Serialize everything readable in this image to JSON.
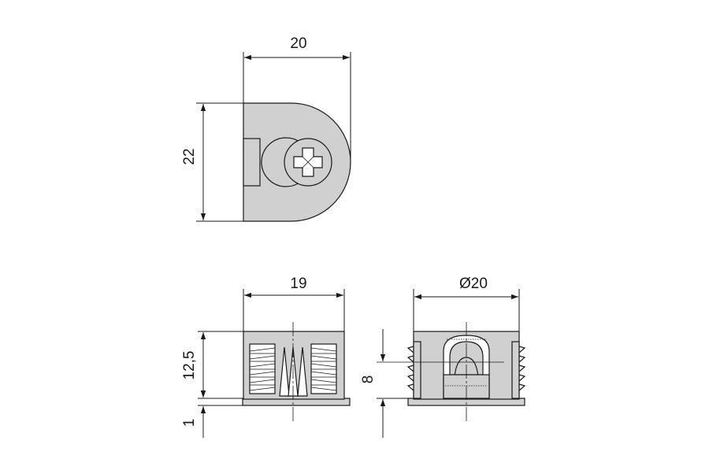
{
  "dimensions": {
    "top_width": "20",
    "top_height": "22",
    "side_width": "19",
    "side_height": "12,5",
    "flange": "1",
    "front_diameter": "Ø20",
    "front_height": "8"
  },
  "colors": {
    "part_fill": "#d0d0d0",
    "line": "#1a1a1a",
    "background": "#ffffff"
  }
}
